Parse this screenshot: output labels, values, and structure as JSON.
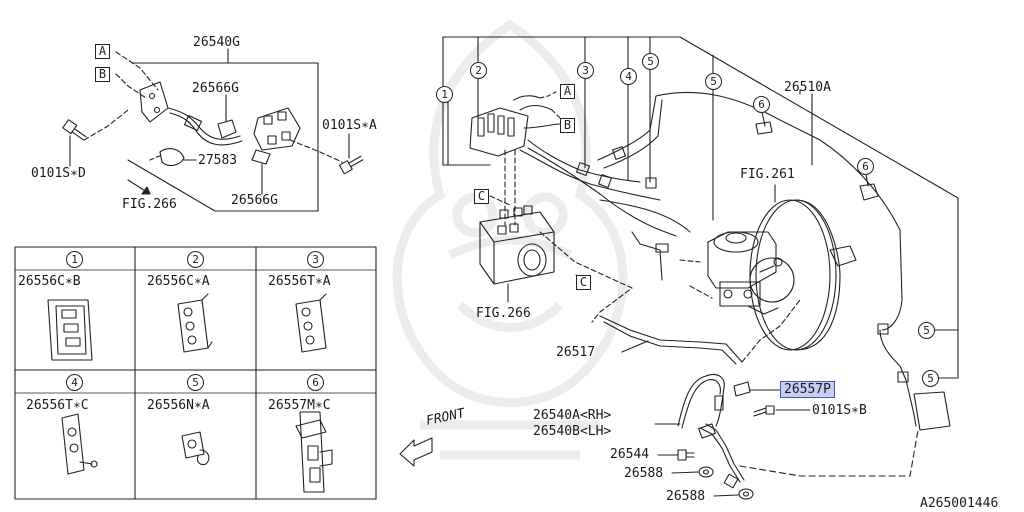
{
  "diagram": {
    "top_left_assembly": {
      "part_number": "26540G",
      "tag_a": "A",
      "tag_b": "B",
      "bolt_left": "0101S∗D",
      "bolt_right": "0101S∗A",
      "clip_upper": "26566G",
      "grommet": "27583",
      "clip_lower": "26566G",
      "figure_ref": "FIG.266"
    },
    "clip_table": [
      {
        "index": "1",
        "part_number": "26556C∗B"
      },
      {
        "index": "2",
        "part_number": "26556C∗A"
      },
      {
        "index": "3",
        "part_number": "26556T∗A"
      },
      {
        "index": "4",
        "part_number": "26556T∗C"
      },
      {
        "index": "5",
        "part_number": "26556N∗A"
      },
      {
        "index": "6",
        "part_number": "26557M∗C"
      }
    ],
    "main_assembly": {
      "brake_pipe_set": "26510A",
      "booster_figure_ref": "FIG.261",
      "hydraulic_unit_figure_ref": "FIG.266",
      "tag_a": "A",
      "tag_b": "B",
      "tag_c_top": "C",
      "tag_c_bottom": "C",
      "pipe_front": "26517",
      "hose_highlighted": "26557P",
      "bolt": "0101S∗B",
      "hose_rh": "26540A<RH>",
      "hose_lh": "26540B<LH>",
      "union_bolt": "26544",
      "washer_upper": "26588",
      "washer_lower": "26588",
      "front_label": "FRONT",
      "callouts": [
        "1",
        "2",
        "3",
        "4",
        "5",
        "5",
        "6",
        "6",
        "5",
        "5"
      ]
    },
    "drawing_number": "A265001446"
  }
}
